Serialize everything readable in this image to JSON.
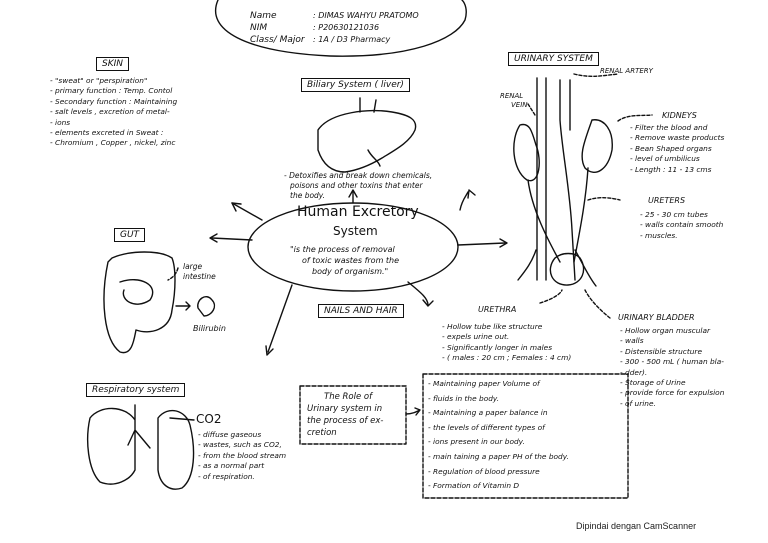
{
  "header": {
    "name_label": "Name",
    "name_value": ": DIMAS WAHYU PRATOMO",
    "nim_label": "NIM",
    "nim_value": ": P20630121036",
    "class_label": "Class/ Major",
    "class_value": ": 1A / D3 Pharmacy"
  },
  "center": {
    "title_line1": "Human Excretory",
    "title_line2": "System",
    "desc_line1": "\"is the process of removal",
    "desc_line2": "of toxic wastes from the",
    "desc_line3": "body of organism.\""
  },
  "skin": {
    "title": "SKIN",
    "items": [
      "\"sweat\" or \"perspiration\"",
      "primary function : Temp. Contol",
      "Secondary function : Maintaining",
      "  salt levels , excretion of metal-",
      "  ions",
      "elements excreted in Sweat :",
      "  Chromium , Copper , nickel, zinc"
    ]
  },
  "biliary": {
    "title": "Biliary System ( liver)",
    "desc_line1": "- Detoxifies and break down chemicals,",
    "desc_line2": "poisons and other toxins that enter",
    "desc_line3": "the body."
  },
  "gut": {
    "title": "GUT",
    "large_intestine_1": "large",
    "large_intestine_2": "intestine",
    "bilirubin": "Bilirubin"
  },
  "nails": {
    "title": "NAILS AND HAIR"
  },
  "respiratory": {
    "title": "Respiratory system",
    "co2": "CO2",
    "items": [
      "diffuse gaseous",
      "  wastes, such as CO2,",
      "  from the blood stream",
      "  as a normal part",
      "  of respiration."
    ]
  },
  "urinary": {
    "title": "URINARY SYSTEM",
    "renal_artery": "RENAL ARTERY",
    "renal_vein_1": "RENAL",
    "renal_vein_2": "VEIN",
    "kidneys": {
      "title": "KIDNEYS",
      "items": [
        "Filter the blood and",
        "  Remove waste products",
        "Bean Shaped organs",
        "level of umbilicus",
        "Length : 11 - 13 cms"
      ]
    },
    "ureters": {
      "title": "URETERS",
      "items": [
        "25 - 30 cm tubes",
        "  walls contain smooth",
        "  muscles."
      ]
    },
    "urethra": {
      "title": "URETHRA",
      "items": [
        "Hollow tube like structure",
        "  expels urine out.",
        "Significantly longer in males",
        "  ( males : 20 cm ; Females : 4 cm)"
      ]
    },
    "bladder": {
      "title": "URINARY BLADDER",
      "items": [
        "Hollow organ muscular",
        "  walls",
        "Distensible structure",
        "300 - 500 mL ( human bla-",
        "  dder).",
        "Storage of Urine",
        "provide force for expulsion",
        "  of urine."
      ]
    }
  },
  "role": {
    "title_line1": "The Role of",
    "title_line2": "Urinary system in",
    "title_line3": "the process of ex-",
    "title_line4": "cretion",
    "items": [
      "Maintaining paper Volume of",
      "  fluids in the body.",
      "Maintaining a paper balance in",
      "  the levels of different types of",
      "  ions present in our body.",
      "main taining a paper PH of the body.",
      "Regulation of blood pressure",
      "Formation of Vitamin D"
    ]
  },
  "footer": "Dipindai dengan CamScanner"
}
